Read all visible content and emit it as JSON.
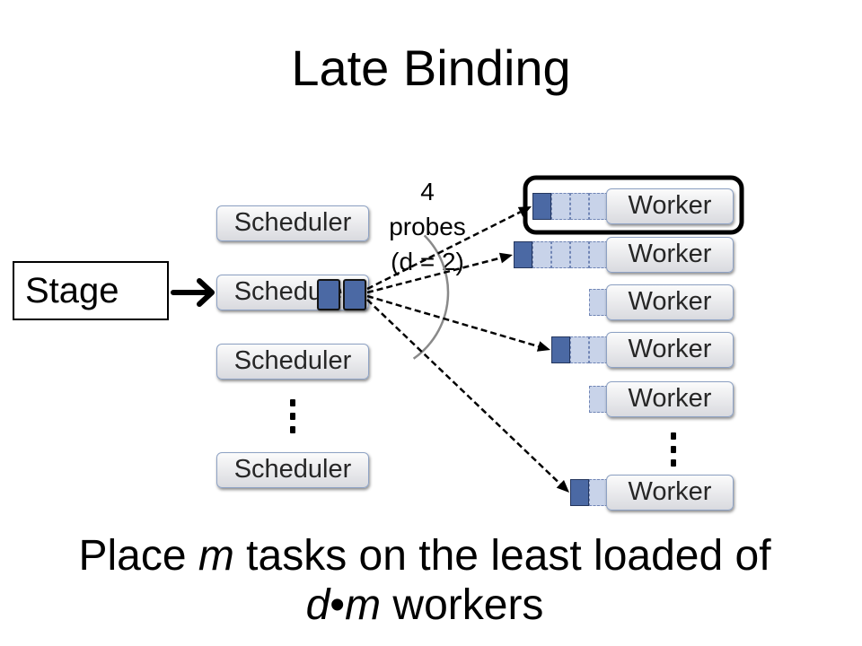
{
  "title": "Late Binding",
  "stage": {
    "label": "Stage"
  },
  "schedulers": [
    {
      "label": "Scheduler",
      "tasks": 0
    },
    {
      "label": "Scheduler",
      "tasks": 2
    },
    {
      "label": "Scheduler",
      "tasks": 0
    },
    {
      "label": "Scheduler",
      "tasks": 0
    }
  ],
  "workers": [
    {
      "label": "Worker",
      "queued": 3,
      "probe": true,
      "highlighted": true
    },
    {
      "label": "Worker",
      "queued": 4,
      "probe": true,
      "highlighted": false
    },
    {
      "label": "Worker",
      "queued": 1,
      "probe": false,
      "highlighted": false
    },
    {
      "label": "Worker",
      "queued": 2,
      "probe": true,
      "highlighted": false
    },
    {
      "label": "Worker",
      "queued": 1,
      "probe": false,
      "highlighted": false
    },
    {
      "label": "Worker",
      "queued": 1,
      "probe": true,
      "highlighted": false
    }
  ],
  "probe_note": {
    "count": "4",
    "label": "probes",
    "ratio": "(d = 2)"
  },
  "caption": {
    "line1": {
      "before": "Place ",
      "variable": "m",
      "after": " tasks on the least loaded of"
    },
    "line2": {
      "variable_d": "d",
      "dot": "•",
      "variable_m": "m",
      "after": " workers"
    }
  },
  "icons": {
    "stage_arrow": "right-arrow-icon",
    "more_schedulers": "vertical-ellipsis-icon",
    "more_workers": "vertical-ellipsis-icon"
  },
  "colors": {
    "task": "#4b69a4",
    "queue_cell": "#c8d3e9",
    "queue_cell_border": "#7085b5",
    "box_border": "#8ea2c4",
    "highlight": "#000000",
    "probe_arrow": "#000000",
    "arc": "#8a8a8a"
  }
}
